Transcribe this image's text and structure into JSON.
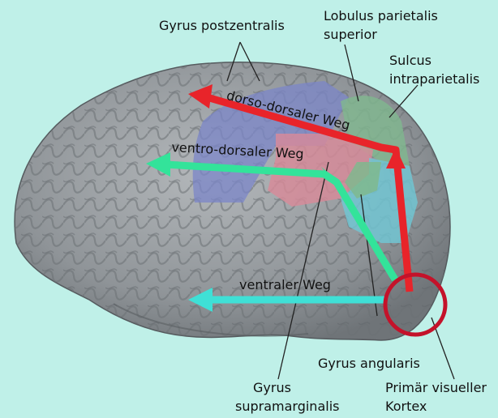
{
  "labels": {
    "gyrus_postzentralis": "Gyrus postzentralis",
    "lobulus_line1": "Lobulus parietalis",
    "lobulus_line2": "superior",
    "sulcus_line1": "Sulcus",
    "sulcus_line2": "intraparietalis",
    "dorso_dorsal": "dorso-dorsaler Weg",
    "ventro_dorsal": "ventro-dorsaler Weg",
    "ventral": "ventraler Weg",
    "gyrus_angularis": "Gyrus angularis",
    "gyrus_supra_line1": "Gyrus",
    "gyrus_supra_line2": "supramarginalis",
    "primaer_line1": "Primär visueller",
    "primaer_line2": "Kortex"
  },
  "colors": {
    "background": "#bff0e8",
    "brain": "#9a9fa3",
    "dorso_dorsal_arrow": "#e8242a",
    "ventro_dorsal_arrow": "#33e39a",
    "ventral_arrow": "#3fe0d6",
    "visual_cortex_ring": "#c4122a",
    "region_blue": "#7b86c8",
    "region_pink": "#d98a98",
    "region_green": "#7fb88e",
    "region_cyan": "#6fc8d6"
  }
}
